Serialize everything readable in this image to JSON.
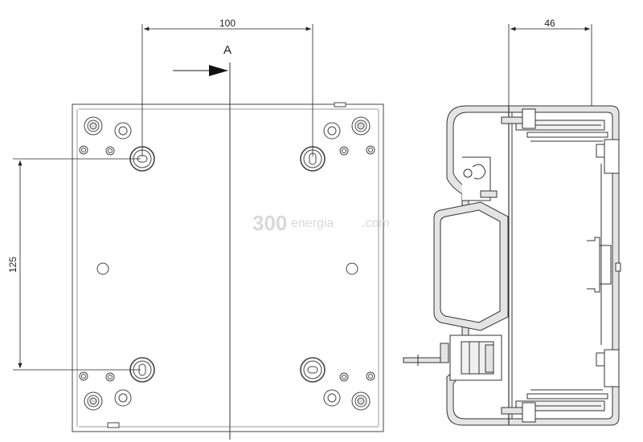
{
  "dimensions": {
    "top_width": "100",
    "left_height": "125",
    "side_depth": "46"
  },
  "section": {
    "label": "A"
  },
  "watermark": {
    "number": "300",
    "word": "energia",
    "suffix": ".com"
  }
}
